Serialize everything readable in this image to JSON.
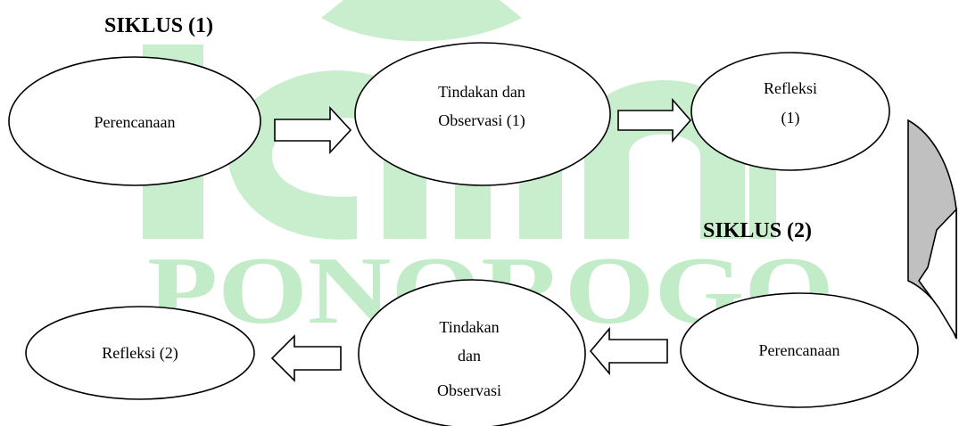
{
  "watermark": {
    "text": "PONOROGO",
    "color": "#c2ecc8",
    "logo_color": "#c8eecd"
  },
  "siklus1": {
    "title": "SIKLUS (1)",
    "perencanaan": "Perencanaan",
    "tindakan_line1": "Tindakan dan",
    "tindakan_line2": "Observasi (1)",
    "refleksi_line1": "Refleksi",
    "refleksi_line2": "(1)"
  },
  "siklus2": {
    "title": "SIKLUS (2)",
    "perencanaan": "Perencanaan",
    "tindakan_line1": "Tindakan",
    "tindakan_line2": "dan",
    "tindakan_line3": "Observasi",
    "refleksi": "Refleksi (2)"
  },
  "colors": {
    "stroke": "#000000",
    "curved_arrow_fill": "#c0c0c0"
  }
}
